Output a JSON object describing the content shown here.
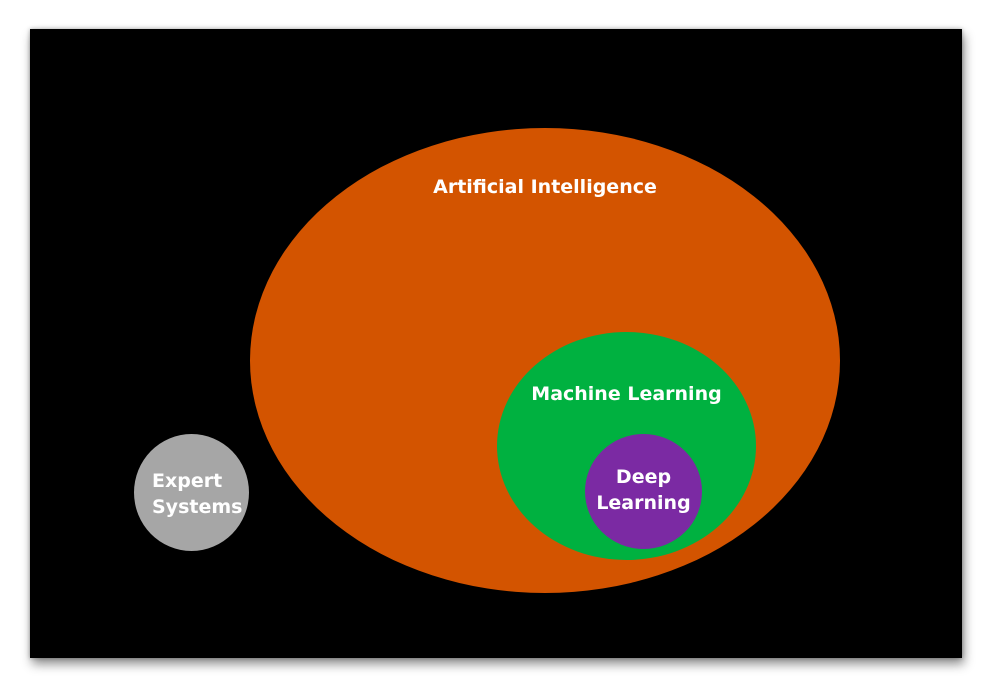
{
  "diagram": {
    "circles": [
      {
        "id": "ai",
        "label": "Artificial Intelligence",
        "color": "#D35400"
      },
      {
        "id": "ml",
        "label": "Machine Learning",
        "color": "#00B140"
      },
      {
        "id": "dl",
        "label": "Deep\nLearning",
        "color": "#7B2AA3"
      },
      {
        "id": "es",
        "label": "Expert\nSystems",
        "color": "#A6A6A6"
      }
    ],
    "background": "#000000"
  }
}
